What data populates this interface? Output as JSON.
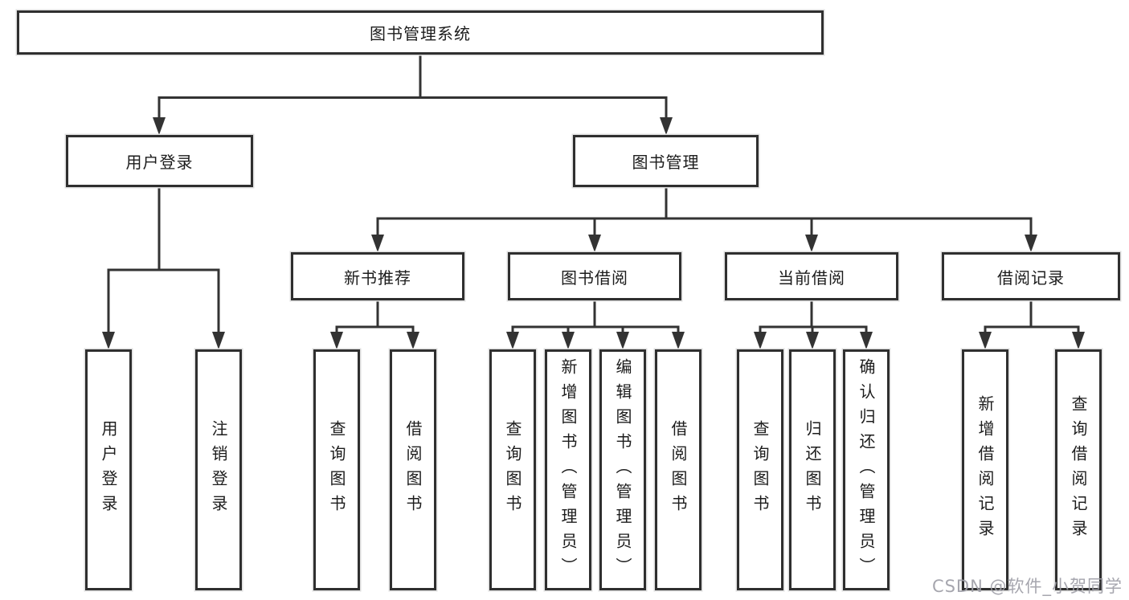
{
  "tree": {
    "label": "图书管理系统",
    "children": [
      {
        "label": "用户登录",
        "children": [
          {
            "label": "用户登录"
          },
          {
            "label": "注销登录"
          }
        ]
      },
      {
        "label": "图书管理",
        "children": [
          {
            "label": "新书推荐",
            "children": [
              {
                "label": "查询图书"
              },
              {
                "label": "借阅图书"
              }
            ]
          },
          {
            "label": "图书借阅",
            "children": [
              {
                "label": "查询图书"
              },
              {
                "label": "新增图书（管理员）"
              },
              {
                "label": "编辑图书（管理员）"
              },
              {
                "label": "借阅图书"
              }
            ]
          },
          {
            "label": "当前借阅",
            "children": [
              {
                "label": "查询图书"
              },
              {
                "label": "归还图书"
              },
              {
                "label": "确认归还（管理员）"
              }
            ]
          },
          {
            "label": "借阅记录",
            "children": [
              {
                "label": "新增借阅记录"
              },
              {
                "label": "查询借阅记录"
              }
            ]
          }
        ]
      }
    ]
  },
  "watermark": {
    "text": "CSDN @软件_小贺同学"
  },
  "colors": {
    "line": "#333333",
    "border": "#2f2f2f",
    "text": "#1c1c1c",
    "background": "#ffffff",
    "watermark": "#9e9ea7"
  }
}
